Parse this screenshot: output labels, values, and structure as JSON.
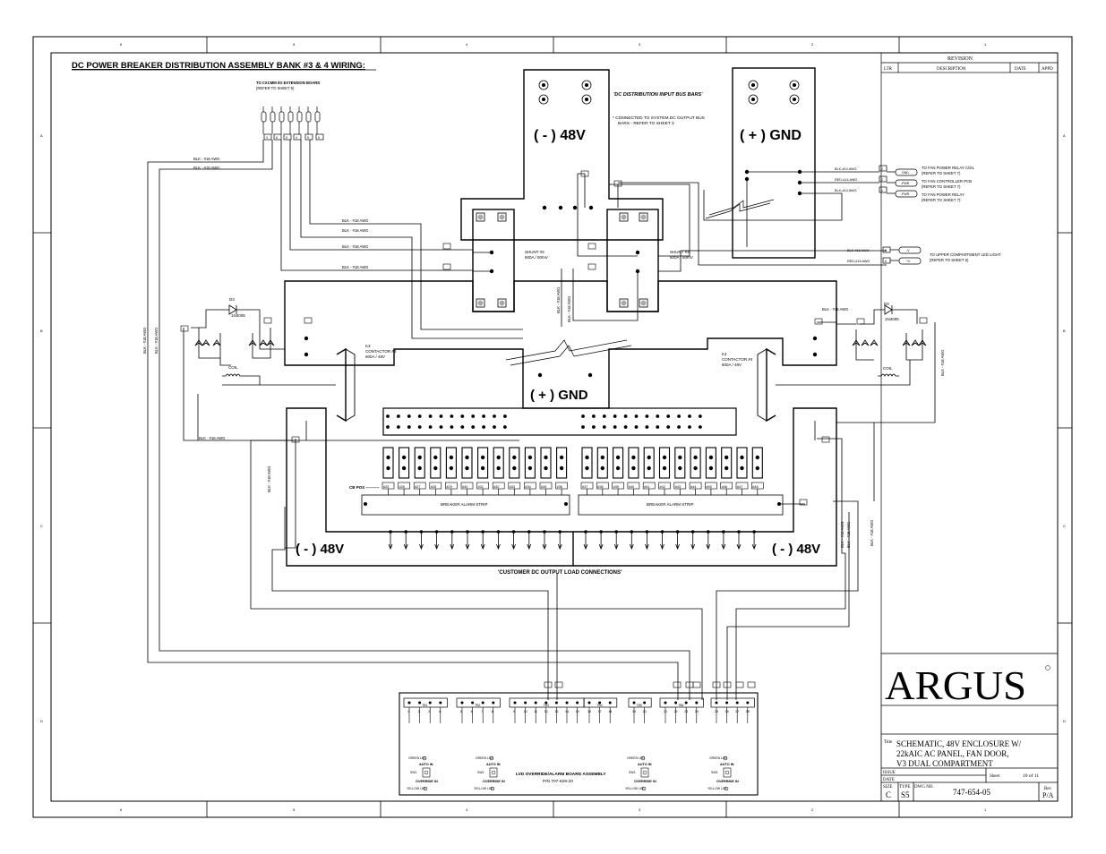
{
  "title": "DC POWER BREAKER DISTRIBUTION ASSEMBLY BANK #3 & 4 WIRING:",
  "grid": {
    "columns": [
      "6",
      "5",
      "4",
      "3",
      "2",
      "1"
    ],
    "rows": [
      "A",
      "B",
      "C",
      "D"
    ]
  },
  "revision": {
    "header": "REVISION",
    "columns": [
      "LTR",
      "DESCRIPTION",
      "DATE",
      "APPD"
    ]
  },
  "extension_board": {
    "label": "TO CXCMM I/O EXTENSION BOARD",
    "ref": "(REFER TO SHEET 5)",
    "pins": [
      "3",
      "6",
      "5",
      "4",
      "5",
      "6"
    ]
  },
  "bus_bars": {
    "neg": "( - ) 48V",
    "pos": "( + ) GND",
    "title": "'DC DISTRIBUTION INPUT BUS BARS'",
    "note1": "* CONNECTED TO SYSTEM DC OUTPUT BUS",
    "note2": "BARS - REFER TO SHEET 3"
  },
  "wires": {
    "blk18": "BLK - #18 AWG",
    "blk14": "BLK-#14 AWG",
    "red14": "RED-#14 AWG",
    "blk18s": "BLK-#18 AWG",
    "red18s": "RED-#18 AWG"
  },
  "fan_connections": [
    {
      "pin": "2",
      "conn": "GND",
      "text": "TO FAN POWER RELAY COIL",
      "ref": "(REFER TO SHEET 7)"
    },
    {
      "pin": "2",
      "conn": "-PWR",
      "text": "TO FAN CONTROLLER PCB",
      "ref": "(REFER TO SHEET 7)"
    },
    {
      "pin": "1",
      "conn": "-PWR",
      "text": "TO FAN POWER RELAY",
      "ref": "(REFER TO SHEET 7)"
    }
  ],
  "led_connection": {
    "pins": [
      "5",
      "6"
    ],
    "conns": [
      "-V",
      "+V"
    ],
    "text": "TO UPPER COMPARTMENT LED LIGHT",
    "ref": "(REFER TO SHEET 6)"
  },
  "shunts": [
    {
      "name": "SHUNT #3",
      "rating": "600A / 50mV"
    },
    {
      "name": "SHUNT #4",
      "rating": "600A / 50mV"
    }
  ],
  "contactors": [
    {
      "name": "K3",
      "desc": "CONTACTOR #3",
      "rating": "600A / 48V",
      "diode": "D3",
      "diode_part": "1N4005",
      "coil": "COIL"
    },
    {
      "name": "K4",
      "desc": "CONTACTOR #4",
      "rating": "600A / 48V",
      "diode": "D4",
      "diode_part": "1N4005",
      "coil": "COIL"
    }
  ],
  "mid_gnd": "( + ) GND",
  "cb_pos_label": "CB POS ----------",
  "cb_left": [
    "#25",
    "#26",
    "#27",
    "#28",
    "#29",
    "#30",
    "#31",
    "#32",
    "#33",
    "#34",
    "#35",
    "#36"
  ],
  "cb_right": [
    "#37",
    "#38",
    "#39",
    "#40",
    "#41",
    "#42",
    "#43",
    "#44",
    "#45",
    "#46",
    "#47",
    "#48"
  ],
  "alarm_strip": "BREAKER ALARM STRIP",
  "load_neg": "( - ) 48V",
  "customer_label": "'CUSTOMER DC OUTPUT LOAD CONNECTIONS'",
  "lvd_board": {
    "title": "LVD OVERRIDE/ALARM BOARD ASSEMBLY",
    "pn": "P/N 707-629-20",
    "tb_labels": [
      "TB1",
      "TB2",
      "TB3",
      "TB4",
      "TB5",
      "TB6"
    ],
    "terminals": [
      "1",
      "2",
      "3",
      "4",
      "5",
      "6",
      "7",
      "8",
      "9",
      "10",
      "11",
      "12",
      "13",
      "14",
      "15",
      "16",
      "17",
      "18",
      "19",
      "20",
      "21",
      "22",
      "23",
      "24",
      "25",
      "26",
      "27",
      "28"
    ],
    "green_led": "GREEN LED",
    "auto_in": "AUTO IN",
    "override_in": "OVERRIDE IN",
    "yellow_led": "YELLOW LED",
    "switches": [
      "SW1",
      "SW2",
      "SW3",
      "SW4"
    ]
  },
  "title_block": {
    "logo": "ARGUS",
    "title_label": "Title",
    "title_lines": [
      "SCHEMATIC, 48V ENCLOSURE W/",
      "22kAIC AC PANEL, FAN DOOR,",
      "V3 DUAL COMPARTMENT"
    ],
    "issue": "ISSUE",
    "date": "DATE",
    "sheet_label": "Sheet",
    "sheet": "10 of  11",
    "size_label": "SIZE",
    "size": "C",
    "type_label": "TYPE",
    "type": "S5",
    "dwg_label": "DWG NO.",
    "dwg": "747-654-05",
    "rev_label": "Rev",
    "rev": "P/A"
  }
}
